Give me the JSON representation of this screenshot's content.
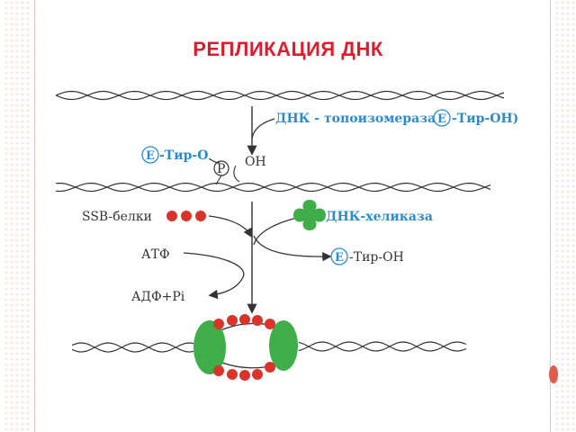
{
  "title": "РЕПЛИКАЦИЯ ДНК",
  "labels": {
    "topoisomerase_prefix": "ДНК - топоизомераза(",
    "topoisomerase_e": "E",
    "topoisomerase_suffix": "-Тир-ОН)",
    "e_tyr_o_e": "E",
    "e_tyr_o_suffix": "-Тир-О",
    "phosphate": "P",
    "oh": "ОН",
    "ssb": "SSB-белки",
    "helicase": "ДНК-хеликаза",
    "atp": "АТФ",
    "e_tyr_oh_e": "E",
    "e_tyr_oh_suffix": "-Тир-ОН",
    "adp": "АДФ+Pi"
  },
  "colors": {
    "title": "#e01b2b",
    "label_blue": "#2b8ccd",
    "ssb_red": "#d9342b",
    "helicase_green": "#3fae49",
    "dna_strand": "#333333"
  }
}
